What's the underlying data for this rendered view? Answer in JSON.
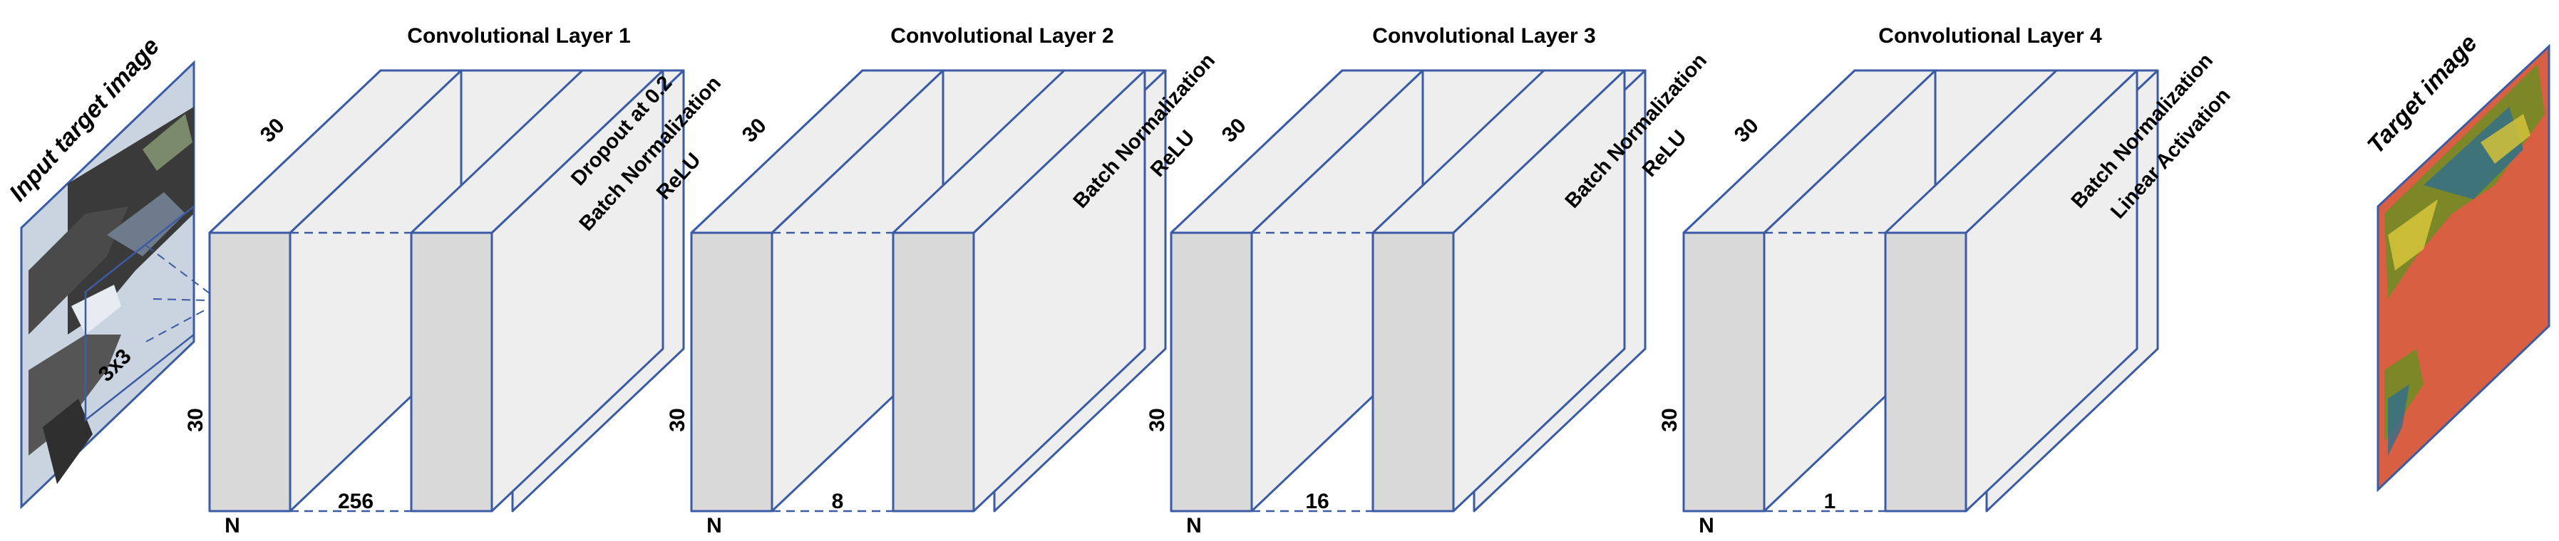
{
  "input": {
    "label": "Input target image",
    "kernel": "3x3"
  },
  "output": {
    "label": "Target image"
  },
  "layers": [
    {
      "title": "Convolutional Layer 1",
      "depth": "30",
      "height": "30",
      "n": "N",
      "filters": "256",
      "ops": [
        "Dropout at 0.2",
        "Batch Normalization",
        "ReLU"
      ]
    },
    {
      "title": "Convolutional Layer 2",
      "depth": "30",
      "height": "30",
      "n": "N",
      "filters": "8",
      "ops": [
        "Batch Normalization",
        "ReLU"
      ]
    },
    {
      "title": "Convolutional Layer 3",
      "depth": "30",
      "height": "30",
      "n": "N",
      "filters": "16",
      "ops": [
        "Batch Normalization",
        "ReLU"
      ]
    },
    {
      "title": "Convolutional Layer 4",
      "depth": "30",
      "height": "30",
      "n": "N",
      "filters": "1",
      "ops": [
        "Batch Normalization",
        "Linear Activation"
      ]
    }
  ],
  "colors": {
    "edge": "#3b5ba5",
    "front_face": "#d9d9d9",
    "side_face": "#eeeeee",
    "target_bg": "#d95f43",
    "target_veg": "#6b8e23",
    "input_bg": "#c9d4e0",
    "input_dark": "#2f2f2f"
  }
}
